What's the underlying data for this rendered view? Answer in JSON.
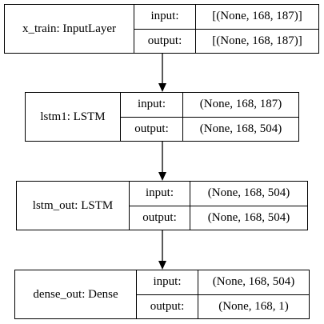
{
  "layers": [
    {
      "name": "x_train: InputLayer",
      "input_label": "input:",
      "output_label": "output:",
      "input_shape": "[(None, 168, 187)]",
      "output_shape": "[(None, 168, 187)]"
    },
    {
      "name": "lstm1: LSTM",
      "input_label": "input:",
      "output_label": "output:",
      "input_shape": "(None, 168, 187)",
      "output_shape": "(None, 168, 504)"
    },
    {
      "name": "lstm_out: LSTM",
      "input_label": "input:",
      "output_label": "output:",
      "input_shape": "(None, 168, 504)",
      "output_shape": "(None, 168, 504)"
    },
    {
      "name": "dense_out: Dense",
      "input_label": "input:",
      "output_label": "output:",
      "input_shape": "(None, 168, 504)",
      "output_shape": "(None, 168, 1)"
    }
  ]
}
